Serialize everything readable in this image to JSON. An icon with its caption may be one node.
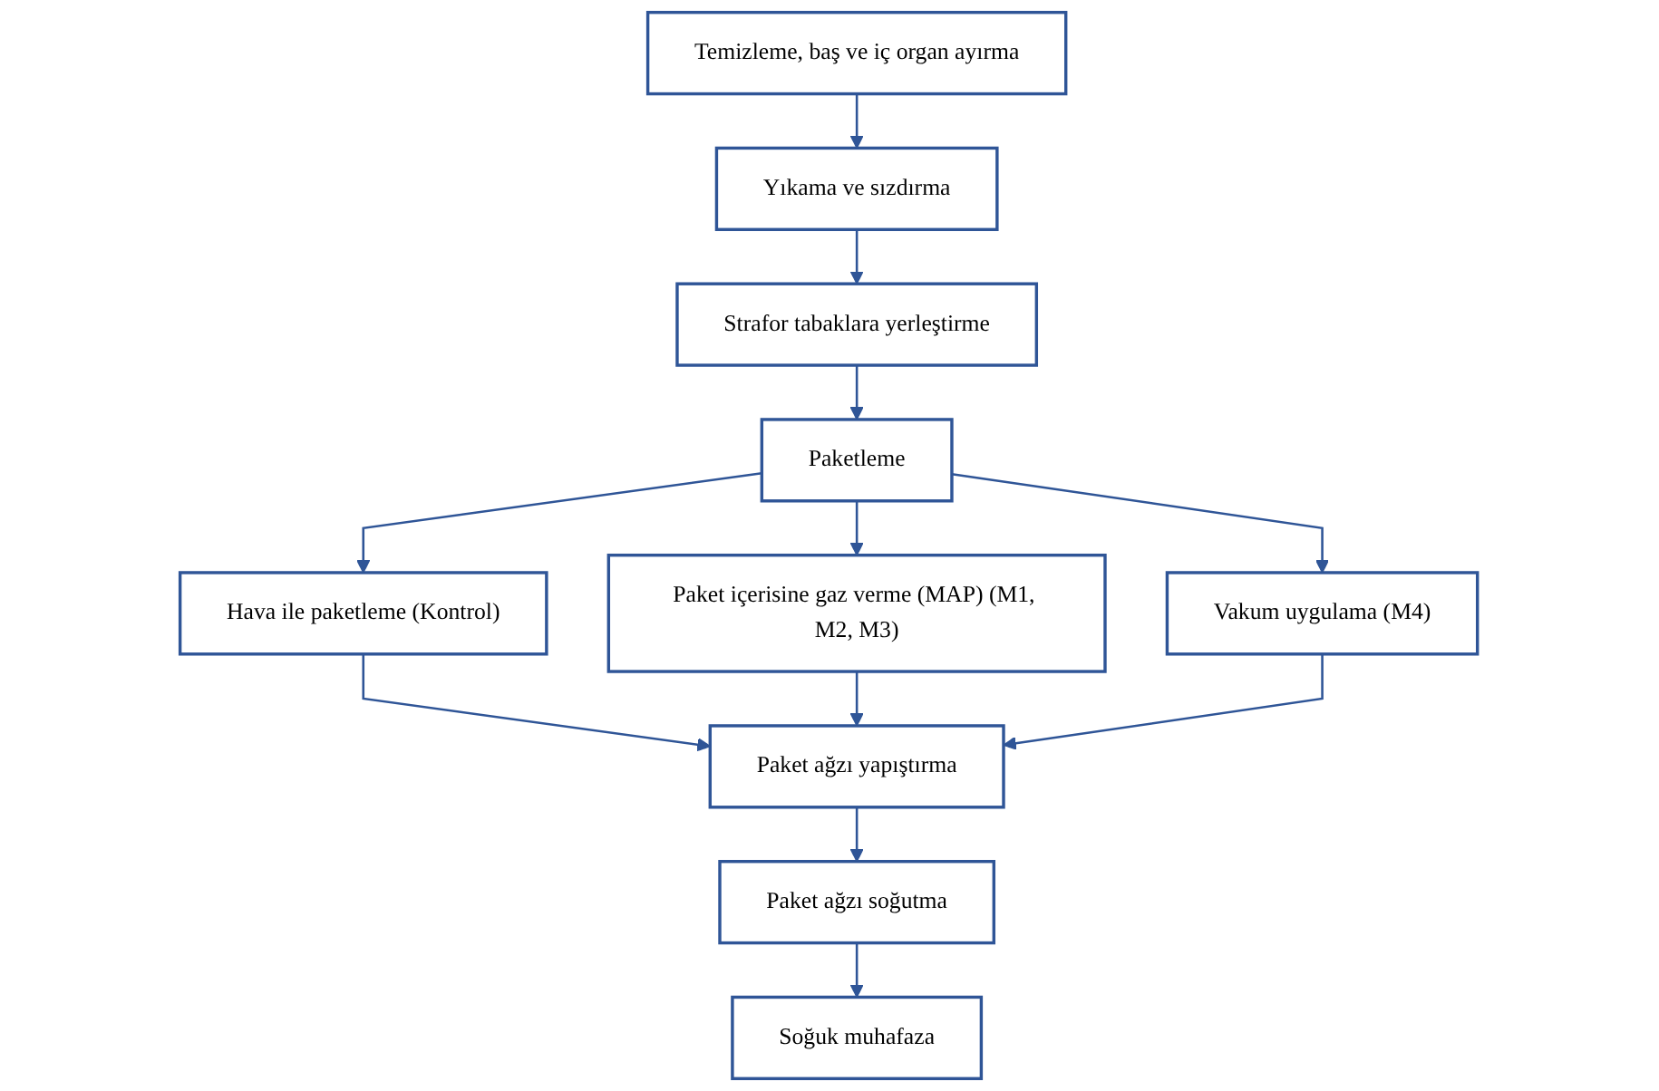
{
  "diagram": {
    "nodes": [
      {
        "text": [
          "Temizleme, baş ve iç organ ayırma"
        ]
      },
      {
        "text": [
          "Yıkama ve sızdırma"
        ]
      },
      {
        "text": [
          "Strafor tabaklara yerleştirme"
        ]
      },
      {
        "text": [
          "Paketleme"
        ]
      },
      {
        "text": [
          "Hava ile paketleme (Kontrol)"
        ]
      },
      {
        "text": [
          "Paket içerisine gaz verme (MAP) (M1, M2, M3)"
        ]
      },
      {
        "text": [
          "Vakum uygulama (M4)"
        ]
      },
      {
        "text": [
          "Paket ağzı yapıştırma"
        ]
      },
      {
        "text": [
          "Paket ağzı soğutma"
        ]
      },
      {
        "text": [
          "Soğuk muhafaza"
        ]
      }
    ],
    "edges": [
      {
        "from": 0,
        "to": 1,
        "arrow": "to"
      },
      {
        "from": 1,
        "to": 2,
        "arrow": "to"
      },
      {
        "from": 2,
        "to": 3,
        "arrow": "to"
      },
      {
        "from": 3,
        "to": 4,
        "arrow": "to"
      },
      {
        "from": 3,
        "to": 5,
        "arrow": "to"
      },
      {
        "from": 3,
        "to": 6,
        "arrow": "to"
      },
      {
        "from": 4,
        "to": 7,
        "arrow": "to"
      },
      {
        "from": 5,
        "to": 7,
        "arrow": "to"
      },
      {
        "from": 6,
        "to": 7,
        "arrow": "to"
      },
      {
        "from": 7,
        "to": 8,
        "arrow": "to"
      },
      {
        "from": 8,
        "to": 9,
        "arrow": "to"
      }
    ]
  }
}
